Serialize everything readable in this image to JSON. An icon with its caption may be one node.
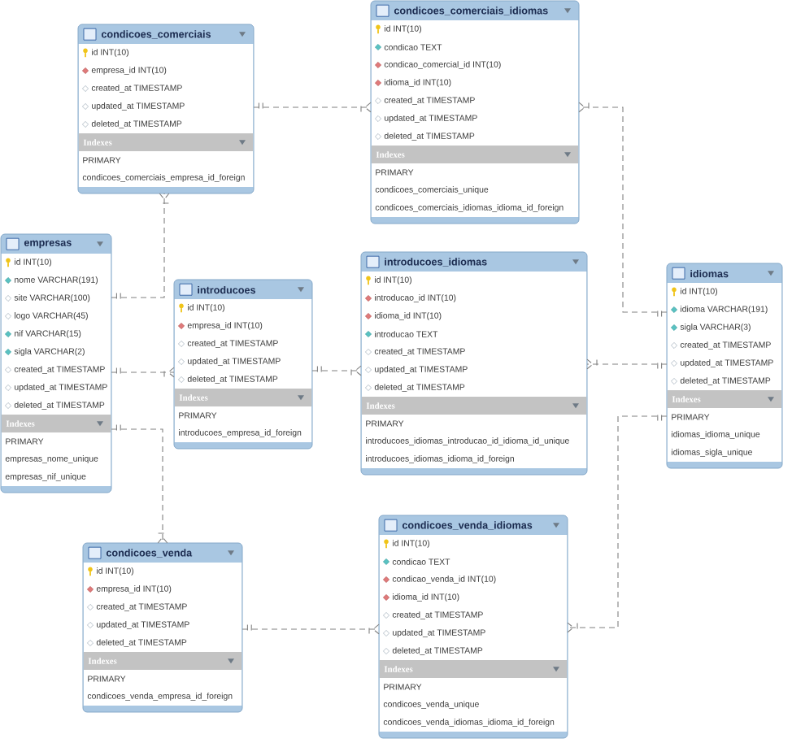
{
  "diagram": {
    "nodes": [
      {
        "text": [
          "condicoes_comerciais",
          "id INT(10)",
          "empresa_id INT(10)",
          "created_at TIMESTAMP",
          "updated_at TIMESTAMP",
          "deleted_at TIMESTAMP",
          "Indexes",
          "PRIMARY",
          "condicoes_comerciais_empresa_id_foreign"
        ]
      },
      {
        "text": [
          "condicoes_comerciais_idiomas",
          "id INT(10)",
          "condicao TEXT",
          "condicao_comercial_id INT(10)",
          "idioma_id INT(10)",
          "created_at TIMESTAMP",
          "updated_at TIMESTAMP",
          "deleted_at TIMESTAMP",
          "Indexes",
          "PRIMARY",
          "condicoes_comerciais_unique",
          "condicoes_comerciais_idiomas_idioma_id_foreign"
        ]
      },
      {
        "text": [
          "empresas",
          "id INT(10)",
          "nome VARCHAR(191)",
          "site VARCHAR(100)",
          "logo VARCHAR(45)",
          "nif VARCHAR(15)",
          "sigla VARCHAR(2)",
          "created_at TIMESTAMP",
          "updated_at TIMESTAMP",
          "deleted_at TIMESTAMP",
          "Indexes",
          "PRIMARY",
          "empresas_nome_unique",
          "empresas_nif_unique"
        ]
      },
      {
        "text": [
          "introducoes",
          "id INT(10)",
          "empresa_id INT(10)",
          "created_at TIMESTAMP",
          "updated_at TIMESTAMP",
          "deleted_at TIMESTAMP",
          "Indexes",
          "PRIMARY",
          "introducoes_empresa_id_foreign"
        ]
      },
      {
        "text": [
          "introducoes_idiomas",
          "id INT(10)",
          "introducao_id INT(10)",
          "idioma_id INT(10)",
          "introducao TEXT",
          "created_at TIMESTAMP",
          "updated_at TIMESTAMP",
          "deleted_at TIMESTAMP",
          "Indexes",
          "PRIMARY",
          "introducoes_idiomas_introducao_id_idioma_id_unique",
          "introducoes_idiomas_idioma_id_foreign"
        ]
      },
      {
        "text": [
          "idiomas",
          "id INT(10)",
          "idioma VARCHAR(191)",
          "sigla VARCHAR(3)",
          "created_at TIMESTAMP",
          "updated_at TIMESTAMP",
          "deleted_at TIMESTAMP",
          "Indexes",
          "PRIMARY",
          "idiomas_idioma_unique",
          "idiomas_sigla_unique"
        ]
      },
      {
        "text": [
          "condicoes_venda",
          "id INT(10)",
          "empresa_id INT(10)",
          "created_at TIMESTAMP",
          "updated_at TIMESTAMP",
          "deleted_at TIMESTAMP",
          "Indexes",
          "PRIMARY",
          "condicoes_venda_empresa_id_foreign"
        ]
      },
      {
        "text": [
          "condicoes_venda_idiomas",
          "id INT(10)",
          "condicao TEXT",
          "condicao_venda_id INT(10)",
          "idioma_id INT(10)",
          "created_at TIMESTAMP",
          "updated_at TIMESTAMP",
          "deleted_at TIMESTAMP",
          "Indexes",
          "PRIMARY",
          "condicoes_venda_unique",
          "condicoes_venda_idiomas_idioma_id_foreign"
        ]
      }
    ],
    "edges": [
      {
        "from": 0,
        "to": 1,
        "arrow": "other",
        "style": "dashed"
      },
      {
        "from": 2,
        "to": 0,
        "arrow": "other",
        "style": "dashed"
      },
      {
        "from": 5,
        "to": 1,
        "arrow": "other",
        "style": "dashed"
      },
      {
        "from": 2,
        "to": 3,
        "arrow": "other",
        "style": "dashed"
      },
      {
        "from": 3,
        "to": 4,
        "arrow": "other",
        "style": "dashed"
      },
      {
        "from": 5,
        "to": 4,
        "arrow": "other",
        "style": "dashed"
      },
      {
        "from": 2,
        "to": 6,
        "arrow": "other",
        "style": "dashed"
      },
      {
        "from": 5,
        "to": 7,
        "arrow": "other",
        "style": "dashed"
      },
      {
        "from": 6,
        "to": 7,
        "arrow": "other",
        "style": "dashed"
      }
    ]
  }
}
